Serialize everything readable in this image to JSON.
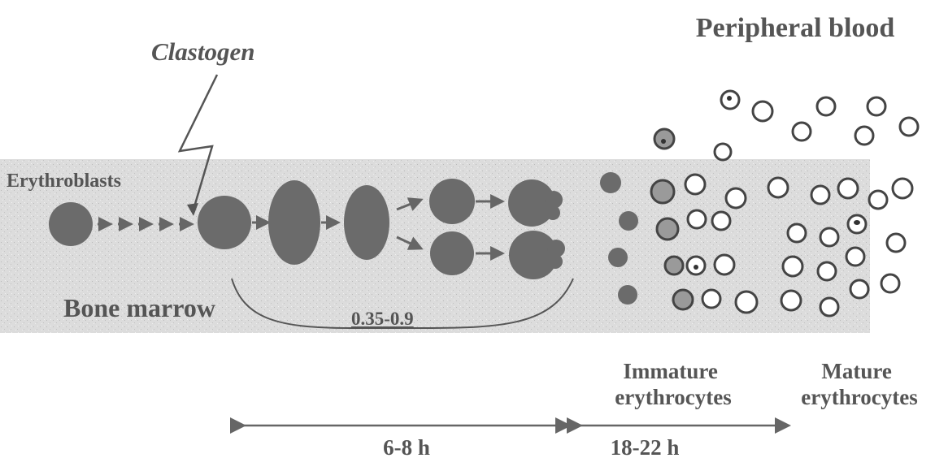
{
  "labels": {
    "peripheral_blood": "Peripheral blood",
    "clastogen": "Clastogen",
    "erythroblasts": "Erythroblasts",
    "bone_marrow": "Bone marrow",
    "division_range": "0.35-0.9",
    "immature_line1": "Immature",
    "immature_line2": "erythrocytes",
    "mature_line1": "Mature",
    "mature_line2": "erythrocytes",
    "time_marrow": "6-8 h",
    "time_blood": "18-22 h"
  },
  "colors": {
    "marrow_band": "#d9d9d9",
    "cell_fill": "#6b6b6b",
    "arrow": "#666666",
    "text": "#555555",
    "immature_fill": "#9a9a9a"
  }
}
